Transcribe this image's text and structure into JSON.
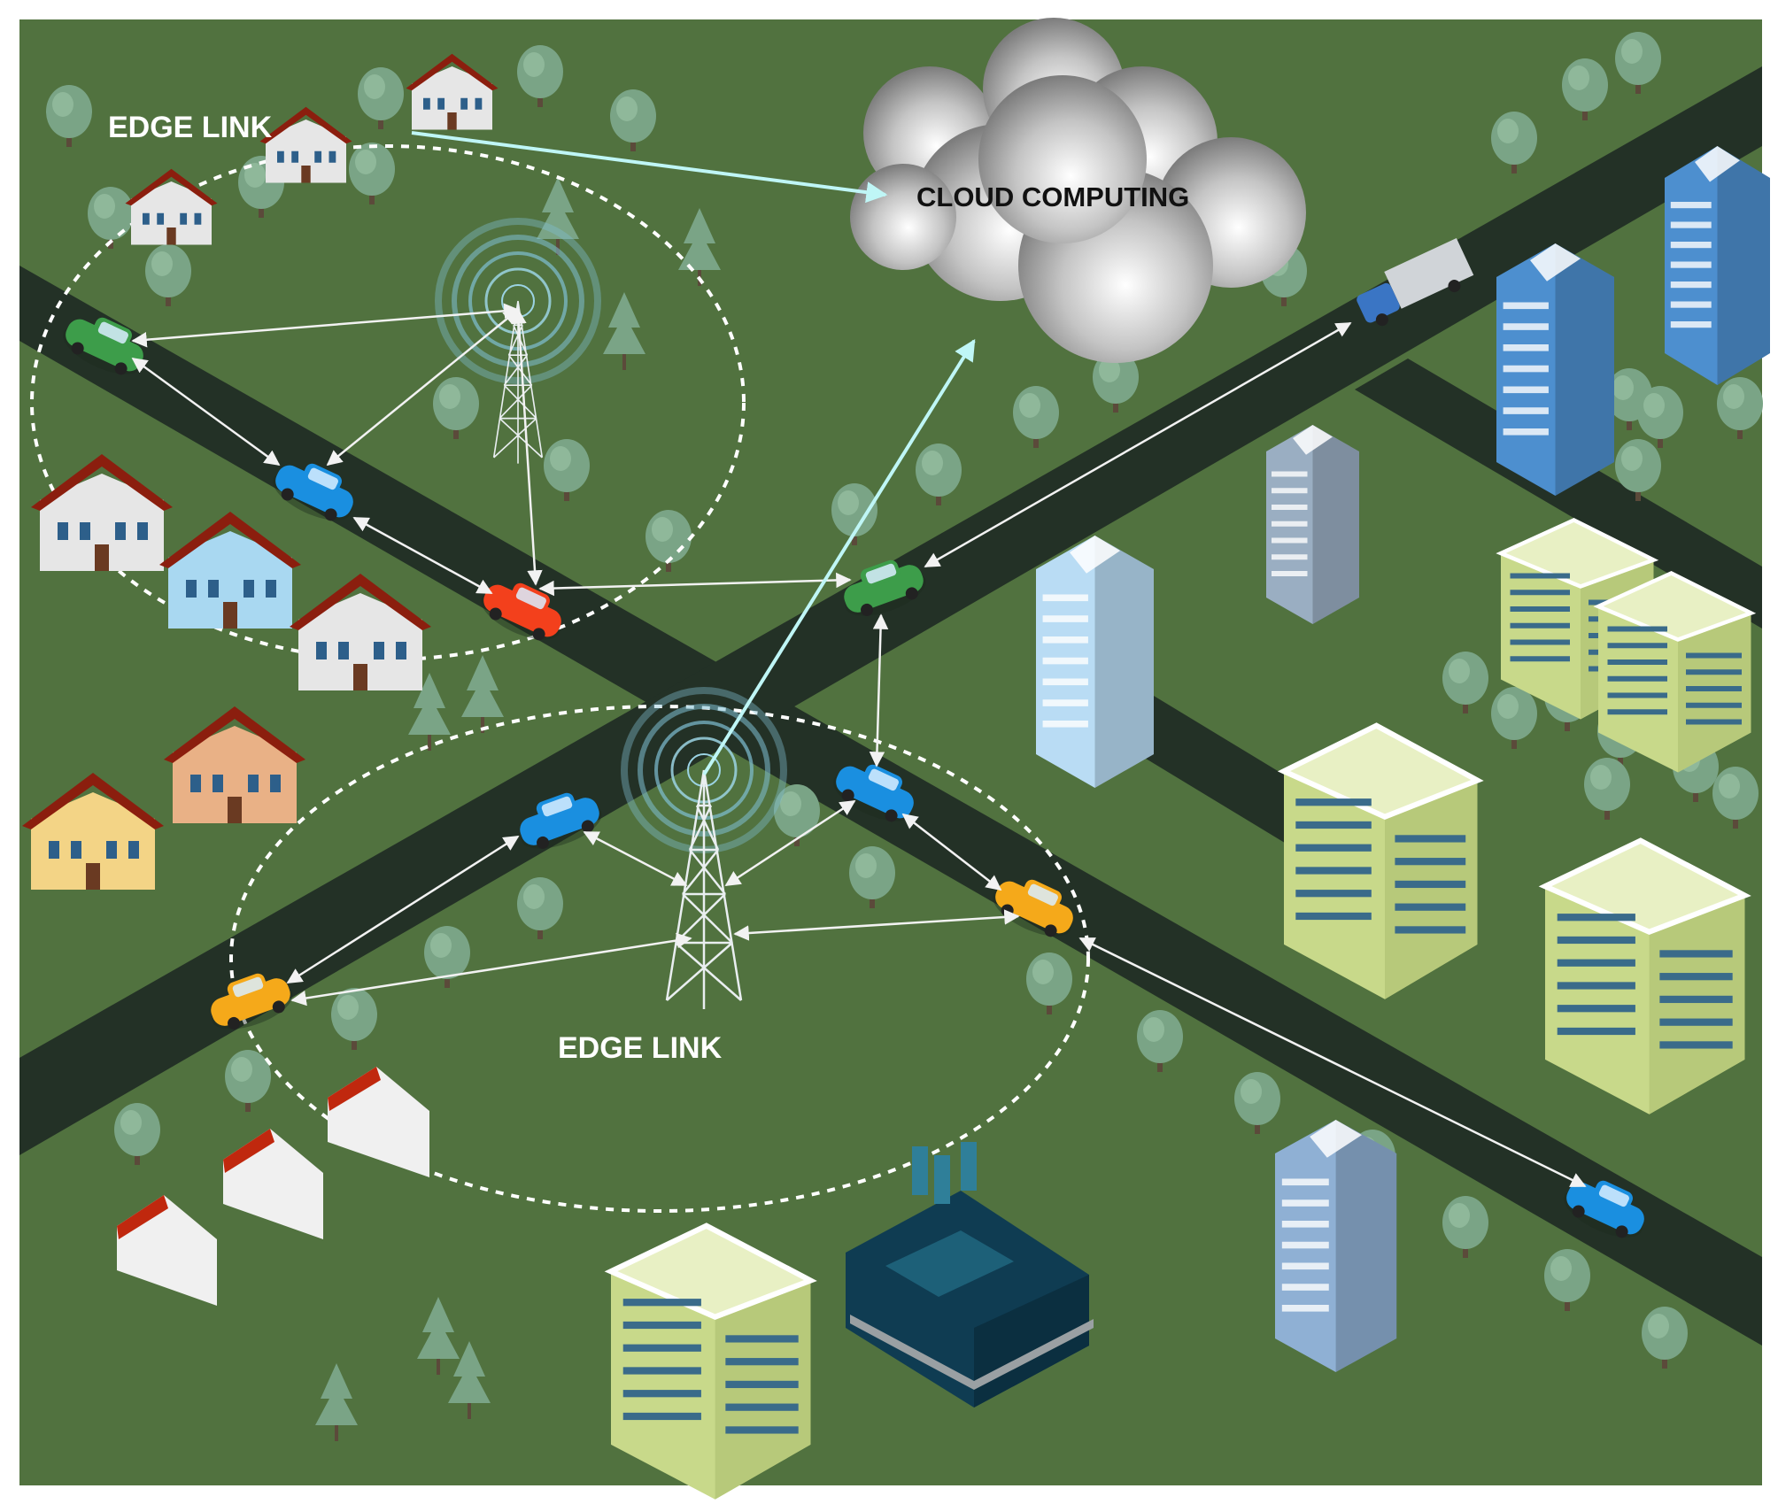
{
  "labels": {
    "edge_link_top": "EDGE LINK",
    "edge_link_bottom": "EDGE LINK",
    "cloud": "CLOUD COMPUTING"
  },
  "colors": {
    "ground": "#51723f",
    "road": "#233126",
    "tree": "#7aa486",
    "link": "#f2f2f2",
    "cloud_link": "#bff6f6",
    "zone": "#ffffff"
  }
}
